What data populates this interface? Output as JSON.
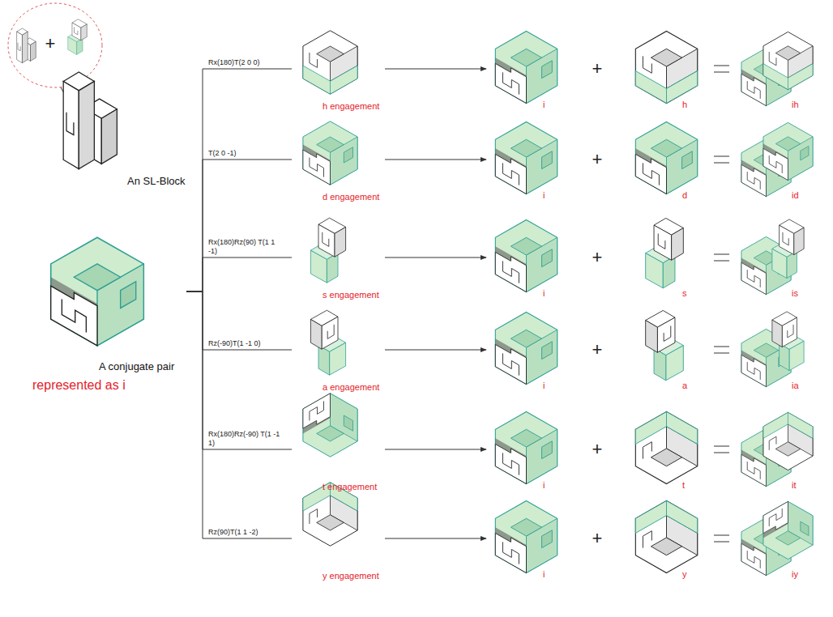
{
  "diagram": {
    "nodes": [
      {
        "text": [
          "An SL-Block"
        ]
      },
      {
        "text": [
          "A conjugate pair",
          "represented as i"
        ]
      },
      {
        "text": [
          "h engagement"
        ]
      },
      {
        "text": [
          "i"
        ]
      },
      {
        "text": [
          "h"
        ]
      },
      {
        "text": [
          "ih"
        ]
      },
      {
        "text": [
          "d engagement"
        ]
      },
      {
        "text": [
          "i"
        ]
      },
      {
        "text": [
          "d"
        ]
      },
      {
        "text": [
          "id"
        ]
      },
      {
        "text": [
          "s engagement"
        ]
      },
      {
        "text": [
          "i"
        ]
      },
      {
        "text": [
          "s"
        ]
      },
      {
        "text": [
          "is"
        ]
      },
      {
        "text": [
          "a engagement"
        ]
      },
      {
        "text": [
          "i"
        ]
      },
      {
        "text": [
          "a"
        ]
      },
      {
        "text": [
          "ia"
        ]
      },
      {
        "text": [
          "t engagement"
        ]
      },
      {
        "text": [
          "i"
        ]
      },
      {
        "text": [
          "t"
        ]
      },
      {
        "text": [
          "it"
        ]
      },
      {
        "text": [
          "y engagement"
        ]
      },
      {
        "text": [
          "i"
        ]
      },
      {
        "text": [
          "y"
        ]
      },
      {
        "text": [
          "iy"
        ]
      }
    ],
    "edges": [
      {
        "from": 1,
        "to": 2,
        "arrow": "none",
        "label": "Rx(180)T(2 0 0)"
      },
      {
        "from": 2,
        "to": 3,
        "arrow": "to"
      },
      {
        "from": 1,
        "to": 6,
        "arrow": "none",
        "label": "T(2 0 -1)"
      },
      {
        "from": 6,
        "to": 7,
        "arrow": "to"
      },
      {
        "from": 1,
        "to": 10,
        "arrow": "none",
        "label": "Rx(180)Rz(90) T(1 1 -1)"
      },
      {
        "from": 10,
        "to": 11,
        "arrow": "to"
      },
      {
        "from": 1,
        "to": 14,
        "arrow": "none",
        "label": "Rz(-90)T(1 -1 0)"
      },
      {
        "from": 14,
        "to": 15,
        "arrow": "to"
      },
      {
        "from": 1,
        "to": 18,
        "arrow": "none",
        "label": "Rx(180)Rz(-90) T(1 -1 1)"
      },
      {
        "from": 18,
        "to": 19,
        "arrow": "to"
      },
      {
        "from": 1,
        "to": 22,
        "arrow": "none",
        "label": "Rz(90)T(1 1 -2)"
      },
      {
        "from": 22,
        "to": 23,
        "arrow": "to"
      }
    ],
    "labels": [
      "+",
      "+",
      "+",
      "+",
      "+",
      "+",
      "+"
    ]
  }
}
